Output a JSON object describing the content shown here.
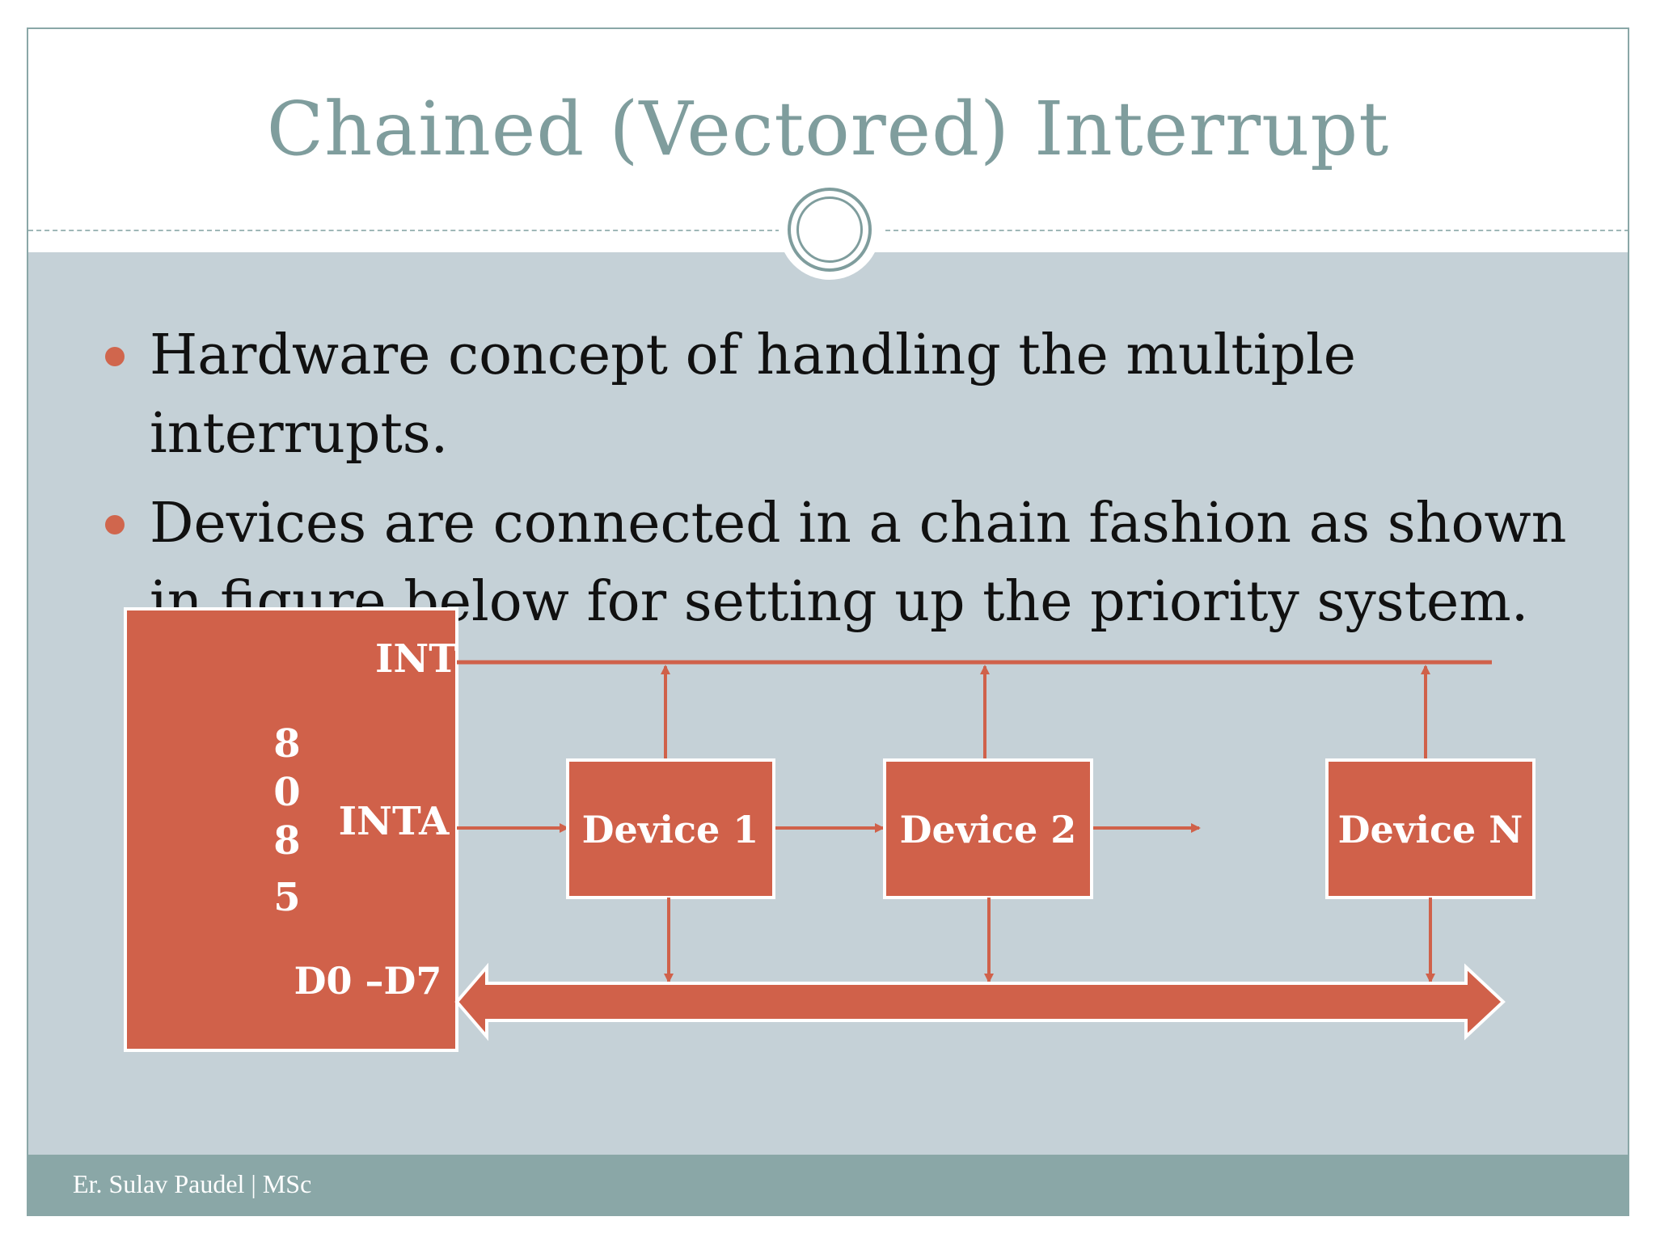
{
  "slide": {
    "title": "Chained (Vectored) Interrupt",
    "bullets": [
      "Hardware concept of handling the multiple interrupts.",
      "Devices are connected in a chain fashion as shown in figure below for setting up the priority system."
    ],
    "footer": "Er. Sulav Paudel | MSc"
  },
  "diagram": {
    "cpu": {
      "chip_digits": [
        "8",
        "0",
        "8",
        "5"
      ],
      "int_label": "INT",
      "inta_label": "INTA",
      "data_bus_label": "D0 –D7"
    },
    "devices": [
      "Device 1",
      "Device 2",
      "Device N"
    ]
  },
  "colors": {
    "block_fill": "#d0614a",
    "block_border": "#ffffff",
    "line": "#d0614a",
    "title": "#7f9d9d",
    "body_background": "#c5d1d7",
    "footer_background": "#8aa7a7",
    "bullet": "#d0664d"
  }
}
